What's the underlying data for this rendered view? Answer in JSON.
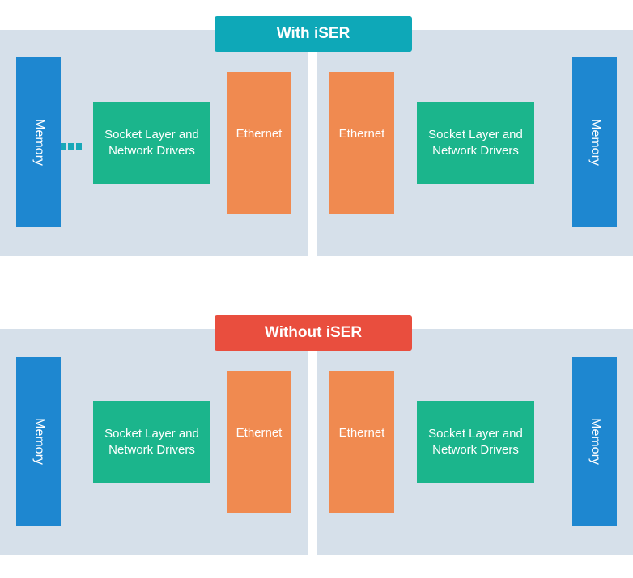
{
  "colors": {
    "panel_bg": "#d6e0ea",
    "with_banner": "#0ea8b8",
    "without_banner": "#e94e3e",
    "memory": "#1e87d0",
    "socket": "#1bb58c",
    "ethernet": "#f08a50",
    "connector": "#18a8b8"
  },
  "sections": {
    "with": {
      "title": "With iSER",
      "left": {
        "memory_label": "Memory",
        "socket_label": "Socket Layer and Network Drivers",
        "ethernet_label": "Ethernet"
      },
      "right": {
        "memory_label": "Memory",
        "socket_label": "Socket Layer and Network Drivers",
        "ethernet_label": "Ethernet"
      }
    },
    "without": {
      "title": "Without iSER",
      "left": {
        "memory_label": "Memory",
        "socket_label": "Socket Layer and Network Drivers",
        "ethernet_label": "Ethernet"
      },
      "right": {
        "memory_label": "Memory",
        "socket_label": "Socket Layer and Network Drivers",
        "ethernet_label": "Ethernet"
      }
    }
  }
}
